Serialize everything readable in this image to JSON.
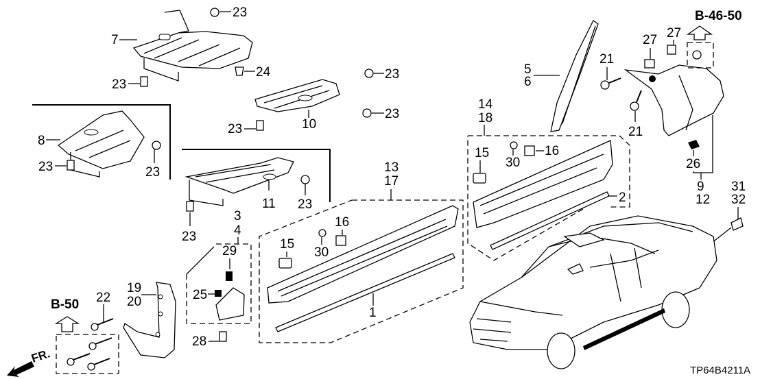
{
  "diagram": {
    "code": "TP64B4211A",
    "ref_top_right": "B-46-50",
    "ref_bottom_left": "B-50",
    "front_label": "FR."
  },
  "callouts": {
    "c1": "1",
    "c2": "2",
    "c3": "3",
    "c4": "4",
    "c5": "5",
    "c6": "6",
    "c7": "7",
    "c8": "8",
    "c9": "9",
    "c10": "10",
    "c11": "11",
    "c12": "12",
    "c13": "13",
    "c14": "14",
    "c15": "15",
    "c16": "16",
    "c17": "17",
    "c18": "18",
    "c19": "19",
    "c20": "20",
    "c21": "21",
    "c22": "22",
    "c23": "23",
    "c24": "24",
    "c25": "25",
    "c26": "26",
    "c27": "27",
    "c28": "28",
    "c29": "29",
    "c30": "30",
    "c31": "31",
    "c32": "32"
  }
}
